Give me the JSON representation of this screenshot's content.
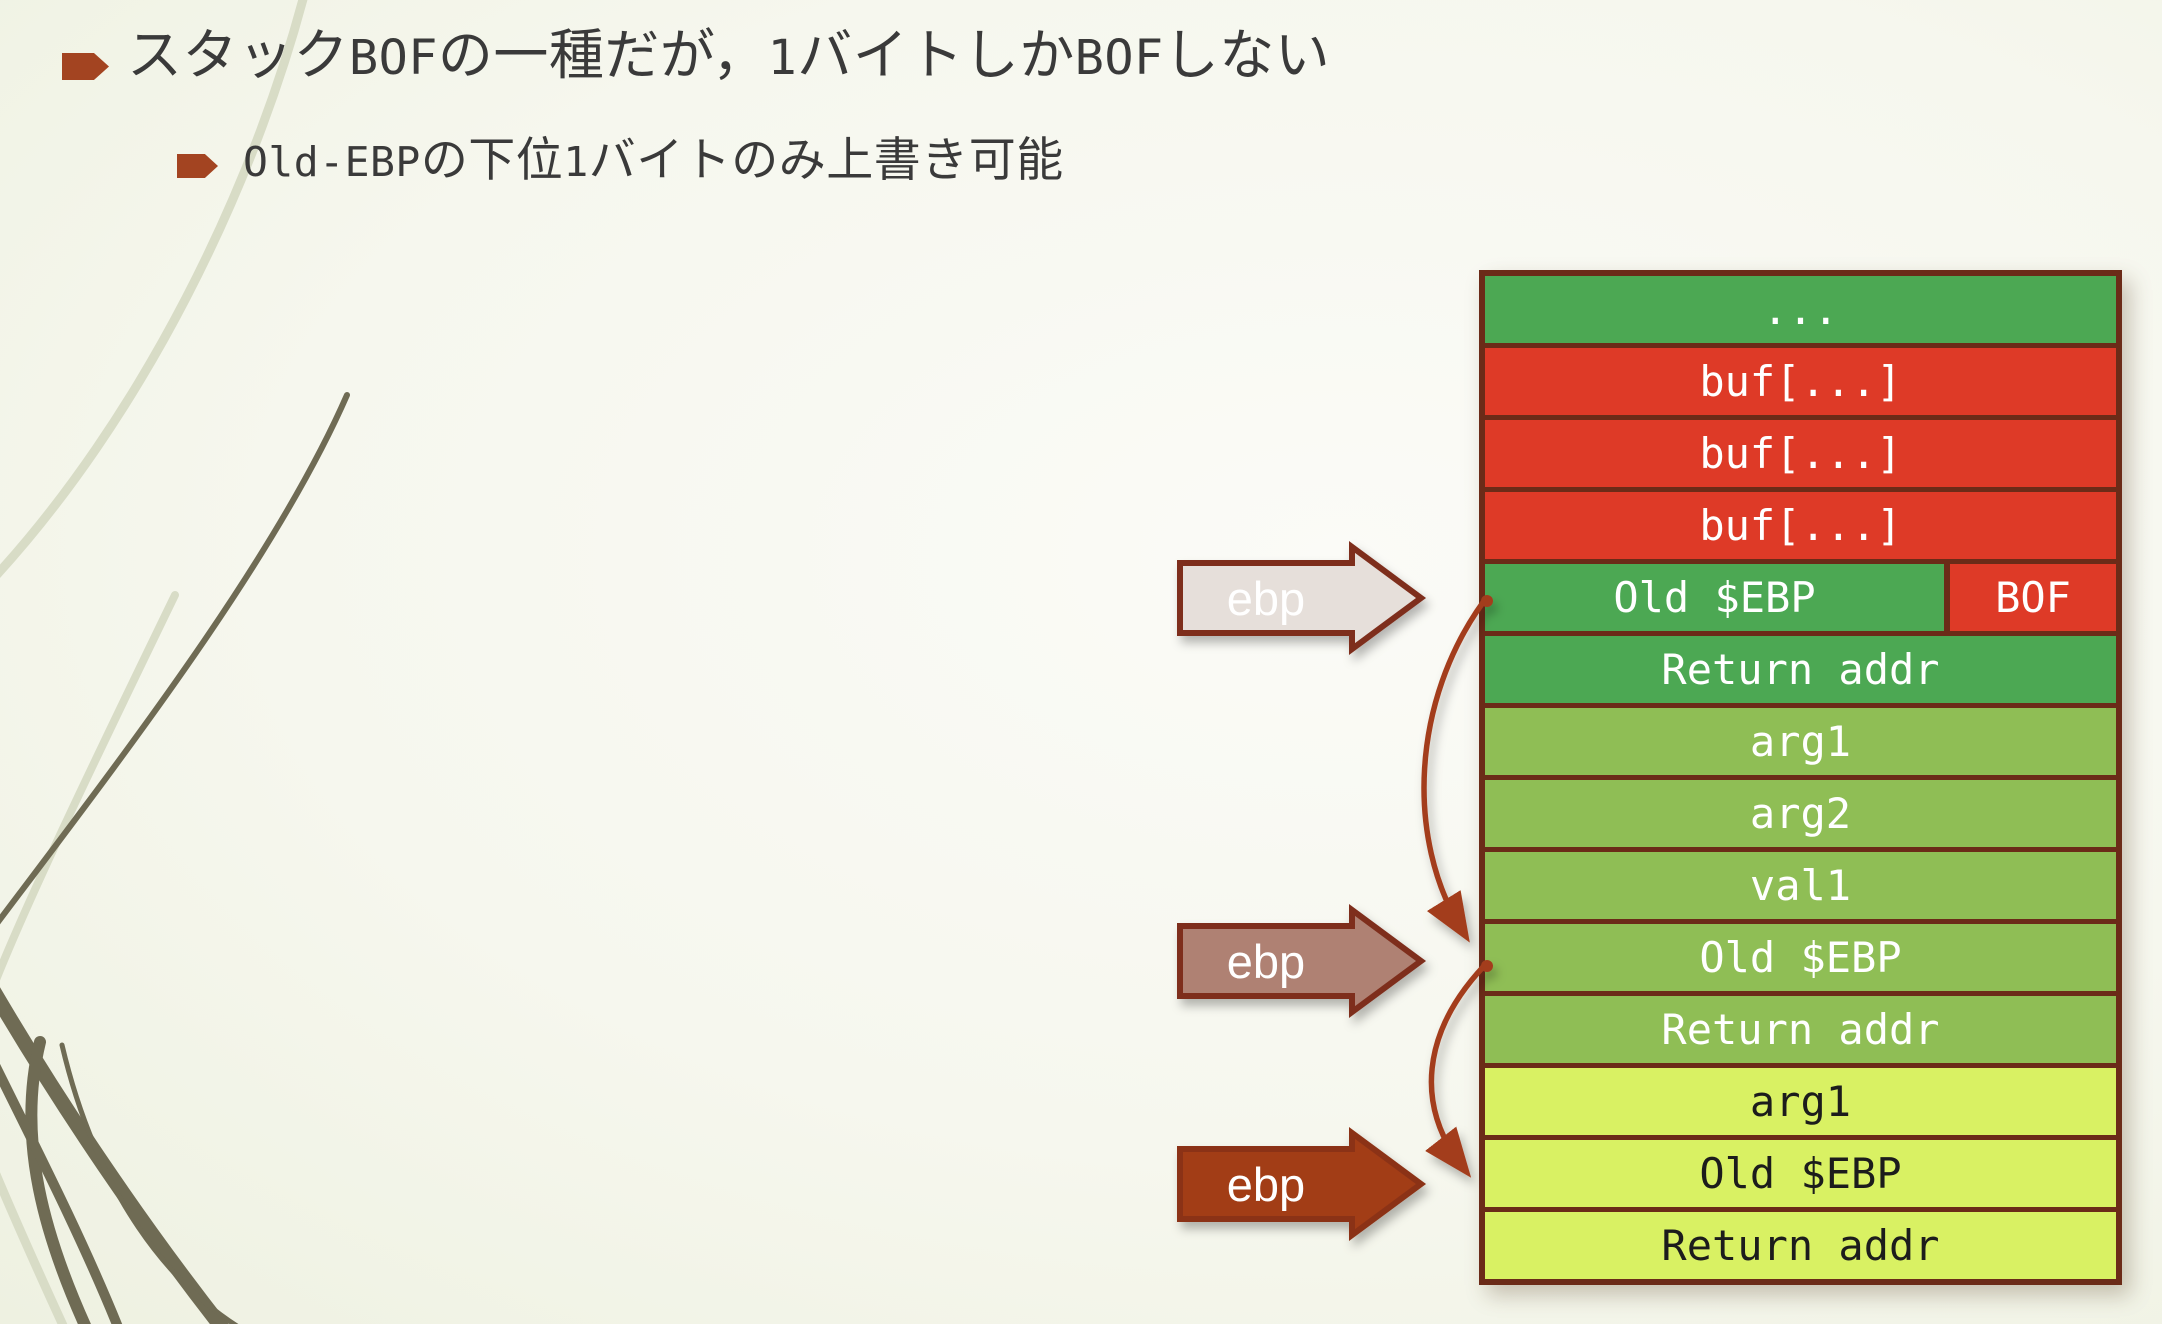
{
  "palette": {
    "red": "#de3a27",
    "dark_green": "#4ca853",
    "mid_green": "#8fbe55",
    "bright_green": "#d9f163",
    "cell_border": "#6b2b18",
    "accent_dark_red": "#a34421",
    "connector": "#a33d1e",
    "arrow1_fill": "#e6dfda",
    "arrow2_fill": "#af8173",
    "arrow3_fill": "#a23c17",
    "arrow_stroke": "#7e2f1d"
  },
  "slide": {
    "bullet1": {
      "seg1": "スタック",
      "seg2": "BOF",
      "seg3": "の一種だが，",
      "seg4": "1",
      "seg5": "バイトしか",
      "seg6": "BOF",
      "seg7": "しない"
    },
    "bullet2": {
      "seg1": "Old-EBP",
      "seg2": "の下位",
      "seg3": "1",
      "seg4": "バイトのみ上書き可能"
    }
  },
  "stack": {
    "rows": [
      {
        "label": "...",
        "tone": "dark-green"
      },
      {
        "label": "buf[...]",
        "tone": "red"
      },
      {
        "label": "buf[...]",
        "tone": "red"
      },
      {
        "label": "buf[...]",
        "tone": "red"
      },
      {
        "label": "Old $EBP",
        "tone": "dark-green",
        "overlay": {
          "label": "BOF",
          "tone": "red"
        }
      },
      {
        "label": "Return addr",
        "tone": "dark-green"
      },
      {
        "label": "arg1",
        "tone": "mid-green"
      },
      {
        "label": "arg2",
        "tone": "mid-green"
      },
      {
        "label": "val1",
        "tone": "mid-green"
      },
      {
        "label": "Old $EBP",
        "tone": "mid-green"
      },
      {
        "label": "Return addr",
        "tone": "mid-green"
      },
      {
        "label": "arg1",
        "tone": "bright-green"
      },
      {
        "label": "Old $EBP",
        "tone": "bright-green"
      },
      {
        "label": "Return addr",
        "tone": "bright-green"
      }
    ]
  },
  "registers": [
    {
      "label": "ebp"
    },
    {
      "label": "ebp"
    },
    {
      "label": "ebp"
    }
  ]
}
